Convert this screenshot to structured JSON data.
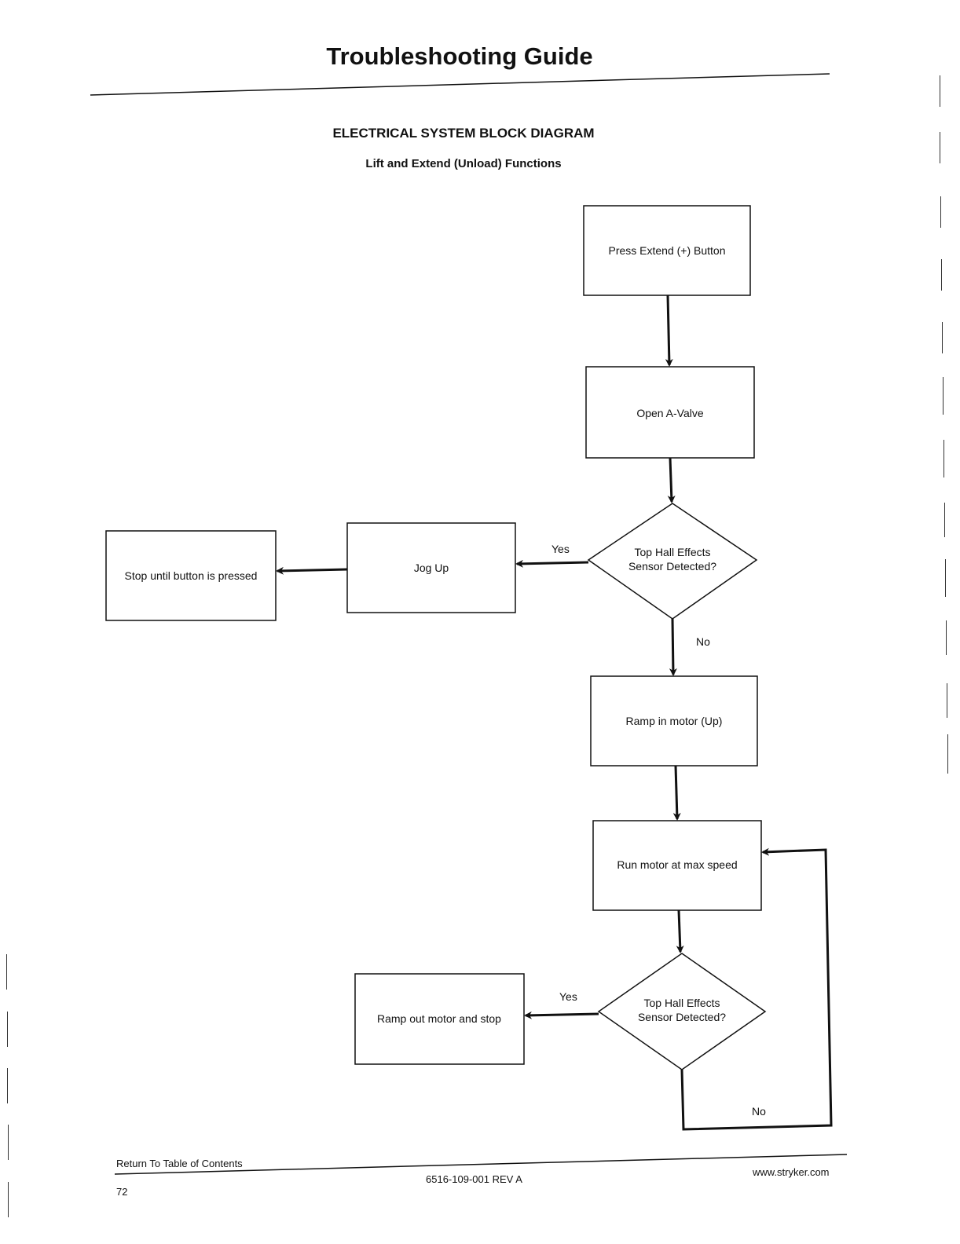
{
  "header": {
    "title": "Troubleshooting Guide"
  },
  "diagram": {
    "title": "ELECTRICAL SYSTEM BLOCK DIAGRAM",
    "subtitle": "Lift and Extend (Unload) Functions",
    "nodes": {
      "press_extend": "Press Extend (+) Button",
      "open_a_valve": "Open A-Valve",
      "decision1_line1": "Top Hall Effects",
      "decision1_line2": "Sensor Detected?",
      "jog_up": "Jog Up",
      "stop_until": "Stop until button is pressed",
      "ramp_in": "Ramp in motor (Up)",
      "run_max": "Run motor at max speed",
      "decision2_line1": "Top Hall Effects",
      "decision2_line2": "Sensor Detected?",
      "ramp_out": "Ramp out motor and stop"
    },
    "edges": {
      "d1_yes": "Yes",
      "d1_no": "No",
      "d2_yes": "Yes",
      "d2_no": "No"
    }
  },
  "footer": {
    "toc_link": "Return To Table of Contents",
    "page_number": "72",
    "doc_number": "6516-109-001 REV A",
    "website": "www.stryker.com"
  }
}
